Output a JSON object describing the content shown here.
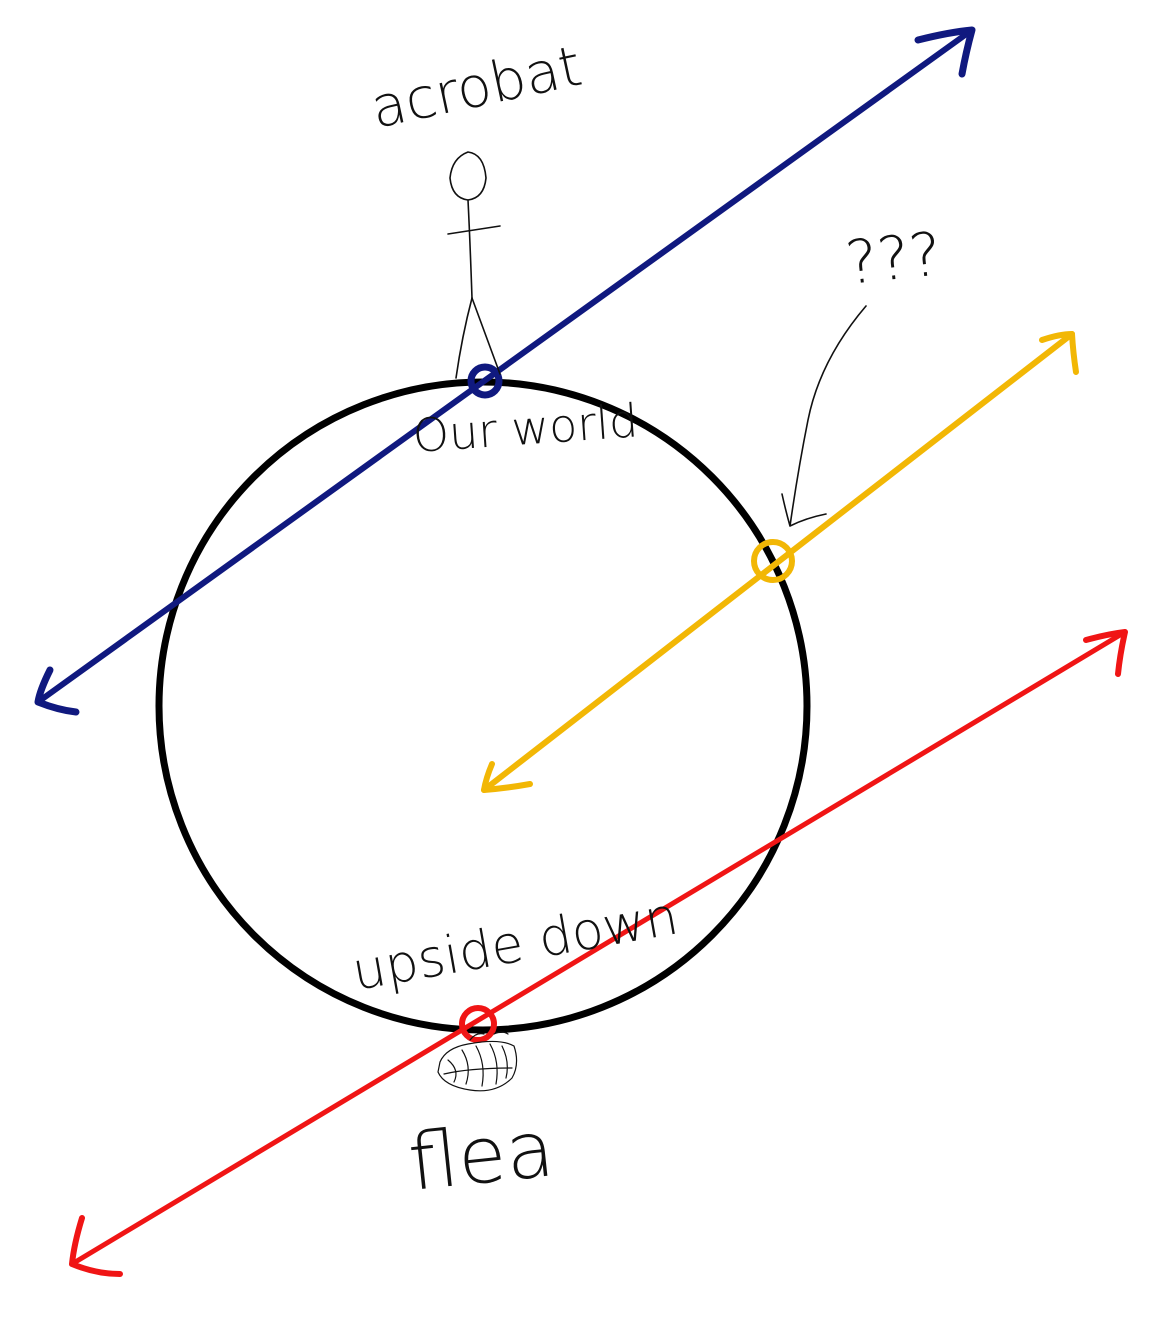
{
  "labels": {
    "acrobat": "acrobat",
    "our_world": "Our world",
    "question": "???",
    "upside_down": "upside down",
    "flea": "flea"
  },
  "colors": {
    "circle": "#000000",
    "blue_line": "#10197f",
    "yellow_line": "#f2b705",
    "red_line": "#f01515",
    "sketch": "#111111"
  }
}
